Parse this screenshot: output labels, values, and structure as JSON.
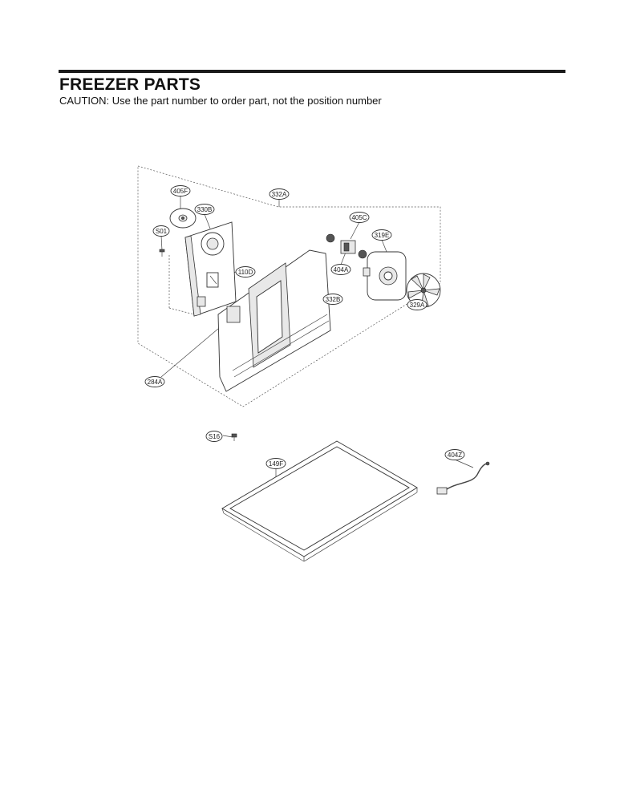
{
  "header": {
    "title": "FREEZER PARTS",
    "caution": "CAUTION: Use the part number to order part, not the position number"
  },
  "callouts": [
    {
      "key": "c405F",
      "text": "405F"
    },
    {
      "key": "c332A",
      "text": "332A"
    },
    {
      "key": "c330B",
      "text": "330B"
    },
    {
      "key": "c405C",
      "text": "405C"
    },
    {
      "key": "cS01",
      "text": "S01"
    },
    {
      "key": "c319E",
      "text": "319E"
    },
    {
      "key": "c404A",
      "text": "404A"
    },
    {
      "key": "c110D",
      "text": "110D"
    },
    {
      "key": "c332B",
      "text": "332B"
    },
    {
      "key": "c329A",
      "text": "329A"
    },
    {
      "key": "c284A",
      "text": "284A"
    },
    {
      "key": "cS16",
      "text": "S16"
    },
    {
      "key": "c404Z",
      "text": "404Z"
    },
    {
      "key": "c149F",
      "text": "149F"
    }
  ]
}
